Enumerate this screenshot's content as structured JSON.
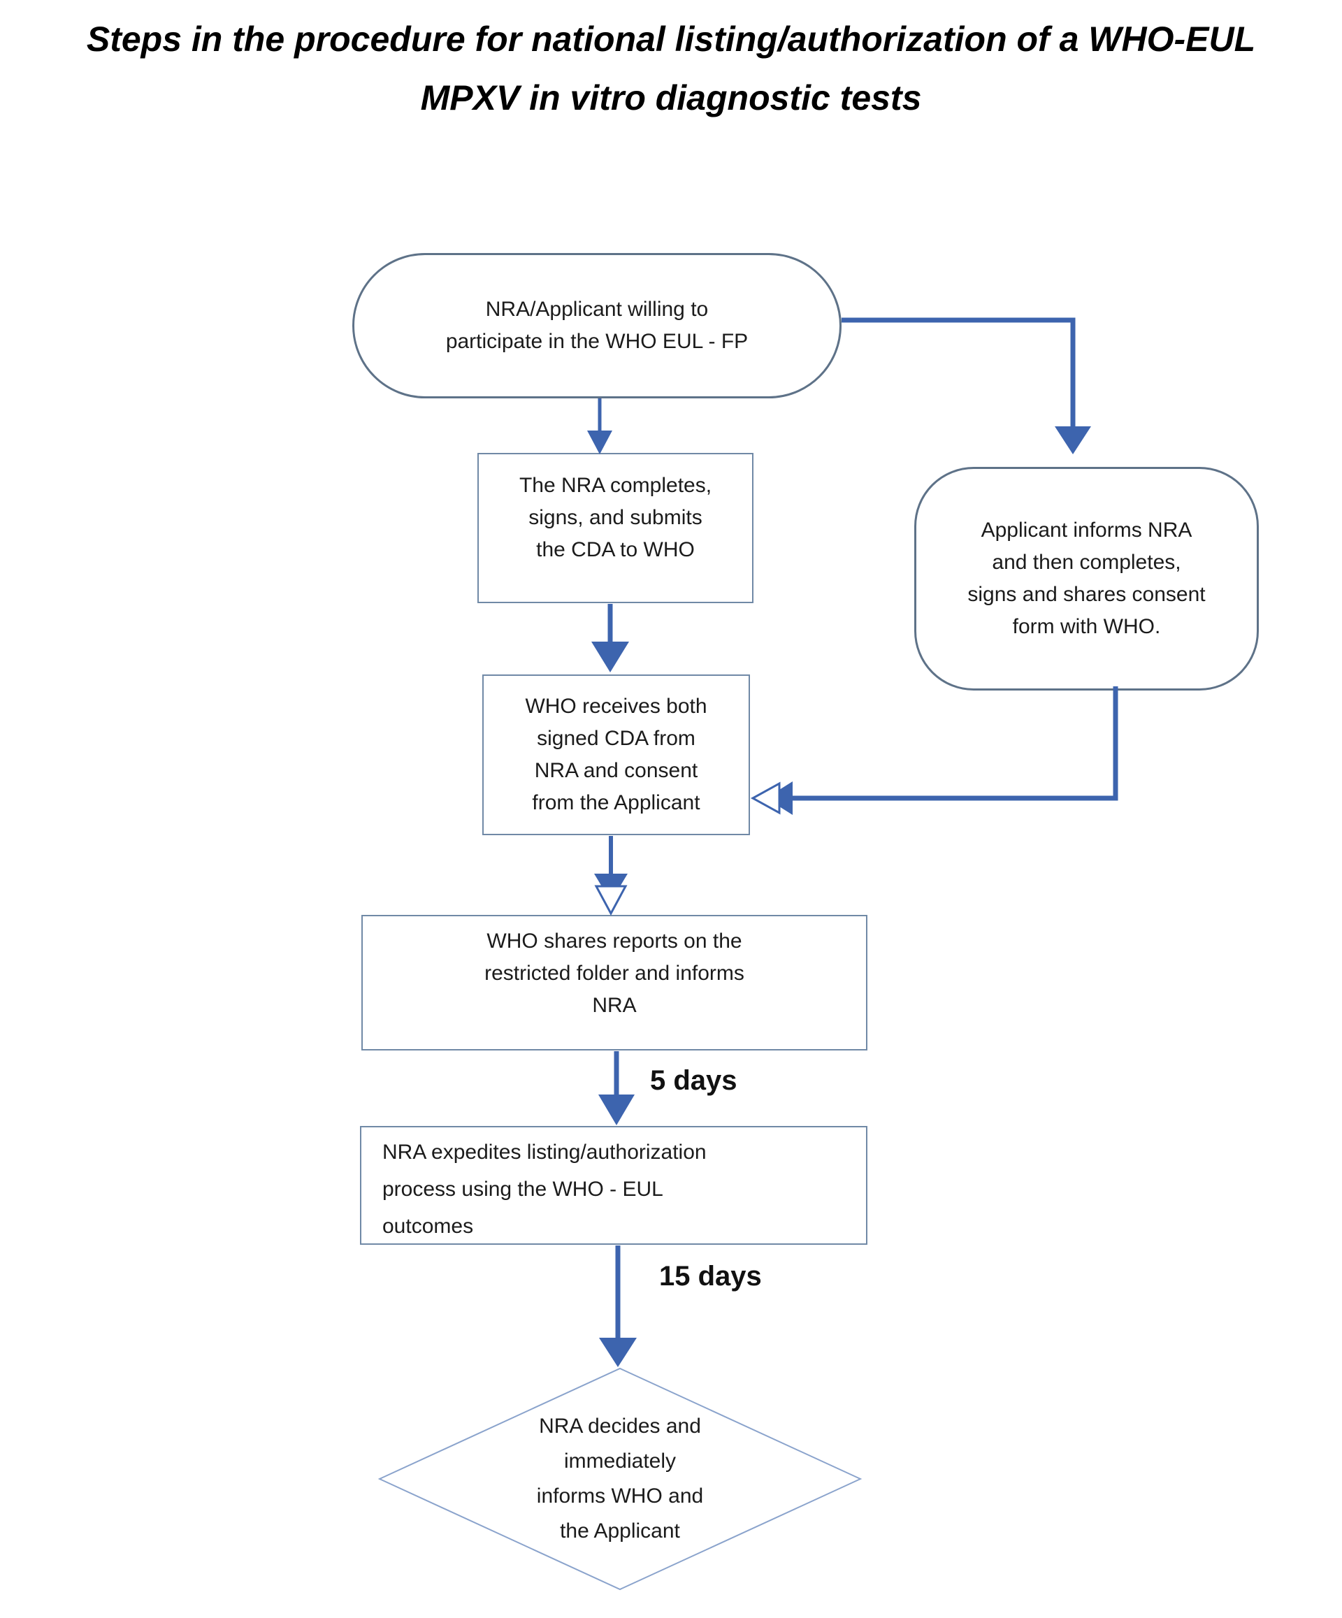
{
  "title": {
    "lines": [
      "Steps in the procedure for national listing/authorization of a WHO-EUL",
      "MPXV in vitro diagnostic tests"
    ]
  },
  "nodes": {
    "start": {
      "shape": "stadium",
      "lines": [
        "NRA/Applicant willing to",
        "participate in the WHO EUL - FP"
      ]
    },
    "nra_cda": {
      "shape": "rectangle",
      "lines": [
        "The NRA completes,",
        "signs, and submits",
        "the CDA to WHO"
      ]
    },
    "applicant_consent": {
      "shape": "rounded-rectangle",
      "lines": [
        "Applicant informs NRA",
        "and then completes,",
        "signs and shares consent",
        "form with  WHO."
      ]
    },
    "who_receives": {
      "shape": "rectangle",
      "lines": [
        "WHO receives both",
        "signed CDA from",
        "NRA and consent",
        "from the Applicant"
      ]
    },
    "who_shares": {
      "shape": "rectangle",
      "lines": [
        "WHO shares reports on the",
        "restricted folder and informs",
        "NRA"
      ]
    },
    "nra_expedites": {
      "shape": "rectangle",
      "lines": [
        "NRA expedites listing/authorization",
        "process using the WHO - EUL",
        "outcomes"
      ]
    },
    "nra_decides": {
      "shape": "diamond",
      "lines": [
        "NRA decides and",
        "immediately",
        "informs WHO and",
        "the Applicant"
      ]
    }
  },
  "edge_labels": {
    "after_share": "5 days",
    "after_expedite": "15 days"
  },
  "colors": {
    "connector": "#3d64ae",
    "stadium_border": "#5e7288",
    "rectangle_border": "#7089a6",
    "diamond_border": "#8aa3cc",
    "text": "#1b1b1b",
    "title_text": "#000000",
    "background": "#ffffff"
  }
}
